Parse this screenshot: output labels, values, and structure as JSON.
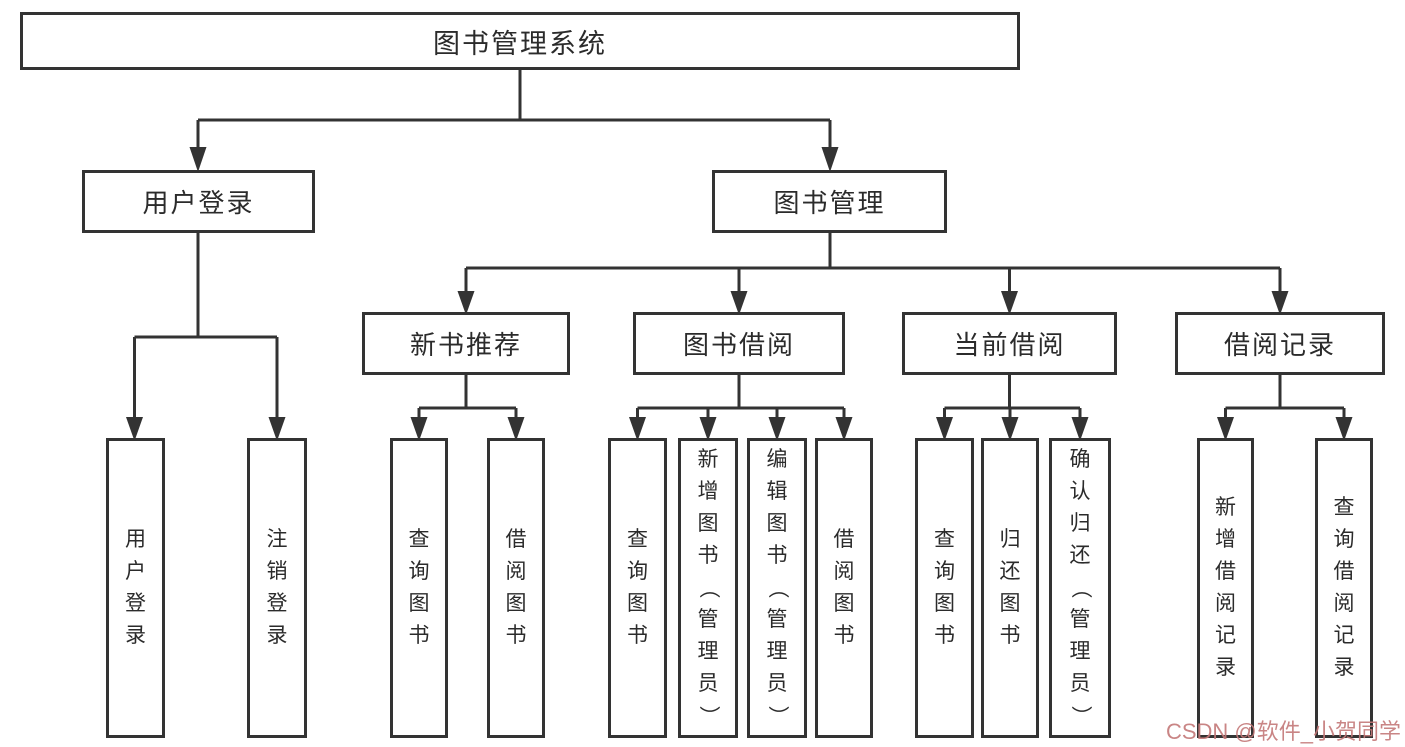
{
  "diagram": {
    "root": {
      "label": "图书管理系统"
    },
    "branches": [
      {
        "label": "用户登录",
        "children": [
          {
            "label": "用户登录"
          },
          {
            "label": "注销登录"
          }
        ]
      },
      {
        "label": "图书管理",
        "children": [
          {
            "label": "新书推荐",
            "children": [
              {
                "label": "查询图书"
              },
              {
                "label": "借阅图书"
              }
            ]
          },
          {
            "label": "图书借阅",
            "children": [
              {
                "label": "查询图书"
              },
              {
                "label": "新增图书（管理员）"
              },
              {
                "label": "编辑图书（管理员）"
              },
              {
                "label": "借阅图书"
              }
            ]
          },
          {
            "label": "当前借阅",
            "children": [
              {
                "label": "查询图书"
              },
              {
                "label": "归还图书"
              },
              {
                "label": "确认归还（管理员）"
              }
            ]
          },
          {
            "label": "借阅记录",
            "children": [
              {
                "label": "新增借阅记录"
              },
              {
                "label": "查询借阅记录"
              }
            ]
          }
        ]
      }
    ],
    "watermark": "CSDN @软件_小贺同学",
    "colors": {
      "line": "#333333",
      "border": "#333333",
      "text": "#2b2b2b",
      "watermark": "#c47878",
      "background": "#ffffff"
    }
  }
}
